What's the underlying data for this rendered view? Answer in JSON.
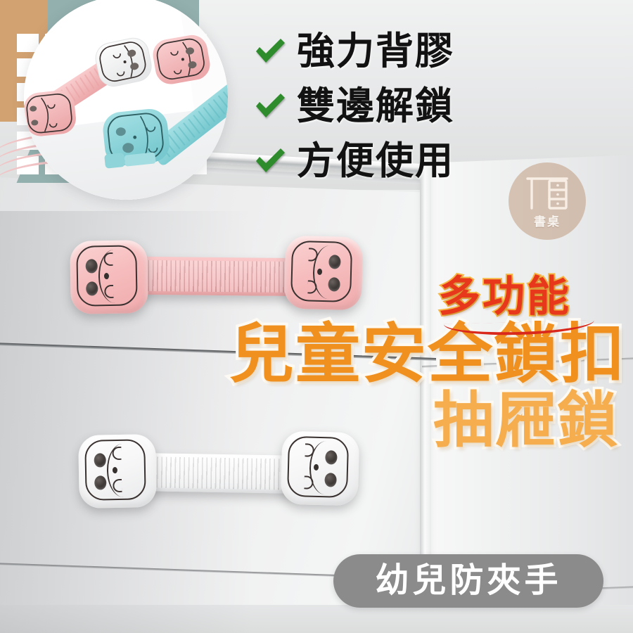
{
  "poster": {
    "features": [
      {
        "icon": "check-icon",
        "label": "強力背膠"
      },
      {
        "icon": "check-icon",
        "label": "雙邊解鎖"
      },
      {
        "icon": "check-icon",
        "label": "方便使用"
      }
    ],
    "headline": {
      "kicker": "多功能",
      "line1": "兒童安全鎖扣",
      "line2": "抽屜鎖"
    },
    "pill": {
      "label": "幼兒防夾手"
    },
    "watermark": {
      "icon": "desk-icon",
      "label": "書桌"
    },
    "colors": {
      "check_green": "#2f8c2c",
      "kicker_red": "#e8381c",
      "kicker_stroke": "#f5b845",
      "title_orange": "#f0901f",
      "title_orange_light": "#f5ad4e",
      "title_stroke": "#fdfaf3",
      "pill_gray": "#8b8b8b",
      "pill_text": "#ffffff",
      "lock_pink": "#f6bcbd",
      "lock_white": "#f6f6f7",
      "lock_blue": "#8fd4d9",
      "deco_tan": "#d3a271",
      "deco_teal": "#93b0ae",
      "deco_pink_wave": "#f1c4c6",
      "watermark_circle": "rgba(178,128,92,.45)",
      "cabinet_white": "#eeeeef"
    },
    "product": {
      "inset_locks": [
        "white-lock",
        "pink-lock",
        "blue-lock"
      ],
      "main_locks": [
        "pink-lock",
        "white-lock"
      ]
    }
  }
}
